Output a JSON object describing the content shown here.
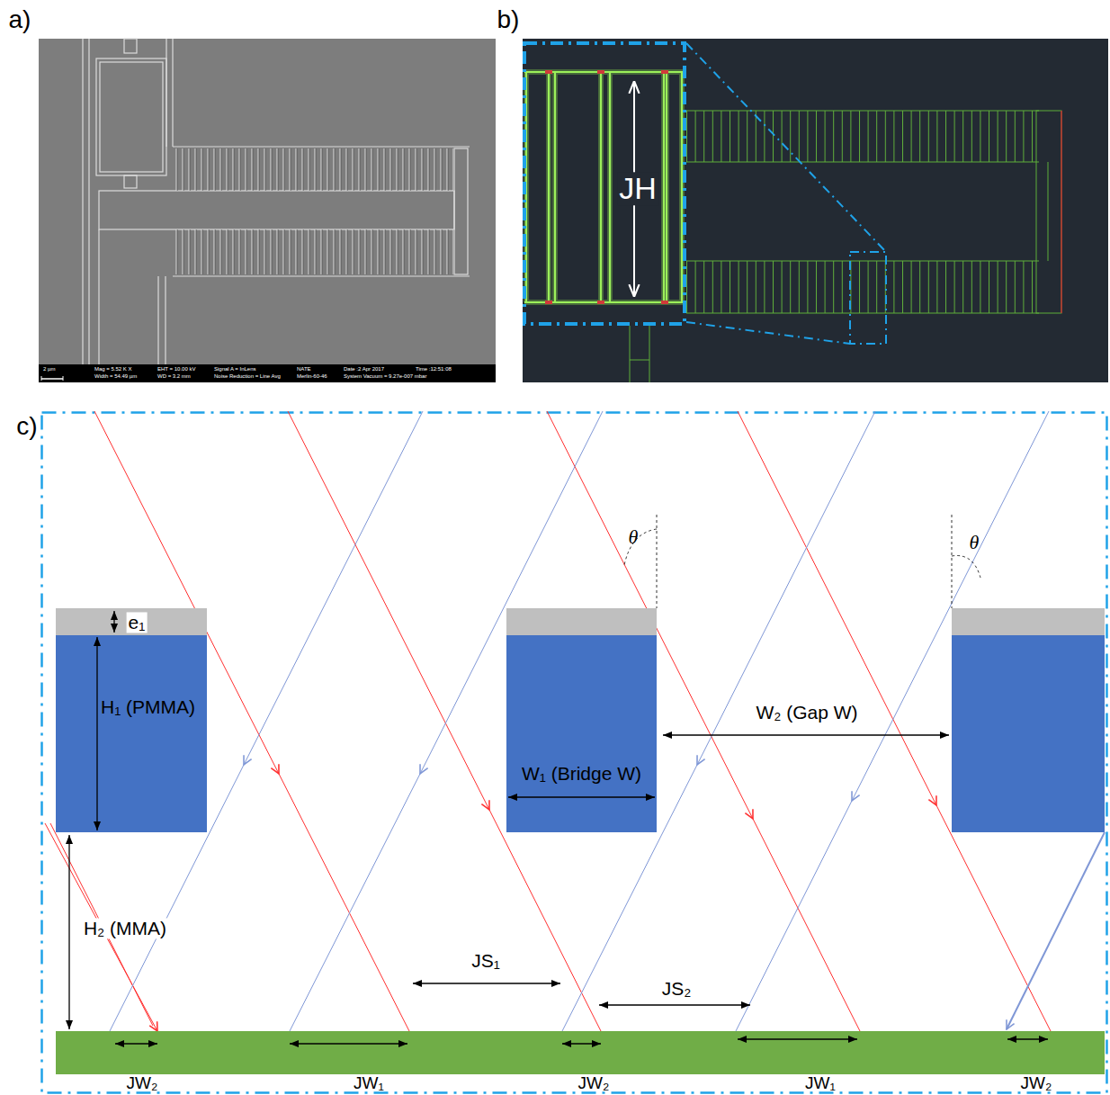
{
  "diagram": {
    "nodes": [
      {
        "text": [
          "H₁ (PMMA)"
        ]
      },
      {
        "text": [
          "W₁ (Bridge W)"
        ]
      }
    ],
    "labels": [
      "a)",
      "b)",
      "c)",
      "2 µm",
      "Mag = 5.52 K X",
      "Width = 54.49 µm",
      "EHT = 10.00 kV",
      "WD = 3.2 mm",
      "Signal A = InLens",
      "Noise Reduction = Line Avg",
      "NATE",
      "Merlin-60-46",
      "Date :2 Apr 2017",
      "Time :12:51:08",
      "System Vacuum = 9.27e-007 mbar",
      "JH",
      "θ",
      "θ",
      "e₁",
      "W₂ (Gap W)",
      "H₂ (MMA)",
      "JS₁",
      "JS₂",
      "JW₂",
      "JW₁",
      "JW₂",
      "JW₁",
      "JW₂"
    ]
  }
}
